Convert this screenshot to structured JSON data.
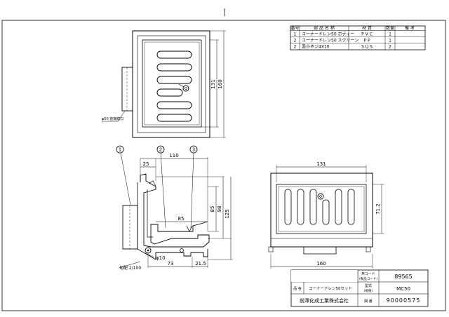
{
  "parts_table": {
    "headers": [
      "番号",
      "部 品 名 称",
      "材   質",
      "数量",
      "備   考"
    ],
    "rows": [
      {
        "no": "1",
        "name": "コーナードレン50 ボディー",
        "material": "P V C",
        "qty": "1",
        "note": ""
      },
      {
        "no": "2",
        "name": "コーナードレン50 スクリーン",
        "material": "P   P",
        "qty": "1",
        "note": ""
      },
      {
        "no": "2",
        "name": "皿小ネジ4X10",
        "material": "S U S",
        "qty": "2",
        "note": ""
      }
    ]
  },
  "top_view": {
    "dims": [
      "131",
      "160"
    ],
    "pipe_label": "φ50 管接続口"
  },
  "side_view": {
    "balloons": [
      "1",
      "2",
      "3"
    ],
    "dims": {
      "w110": "110",
      "w25": "25",
      "w85": "85",
      "h85": "85",
      "h98": "98",
      "h125": "125",
      "w73": "73",
      "w21_5": "21.5",
      "phi10": "φ10"
    },
    "slope": "勾配 2/100"
  },
  "front_view": {
    "dims": {
      "w131": "131",
      "h71_2": "71.2",
      "w160": "160"
    }
  },
  "title_block": {
    "m_code_label": "Mコード\n(製品コード)",
    "m_code": "89565",
    "name_label": "品 名",
    "name": "コーナードレン50セット",
    "model_label": "型式\n(規格)",
    "model": "MC50",
    "company": "前澤化成工業株式会社",
    "drawing_no_label": "図 番",
    "drawing_no": "90000575"
  }
}
